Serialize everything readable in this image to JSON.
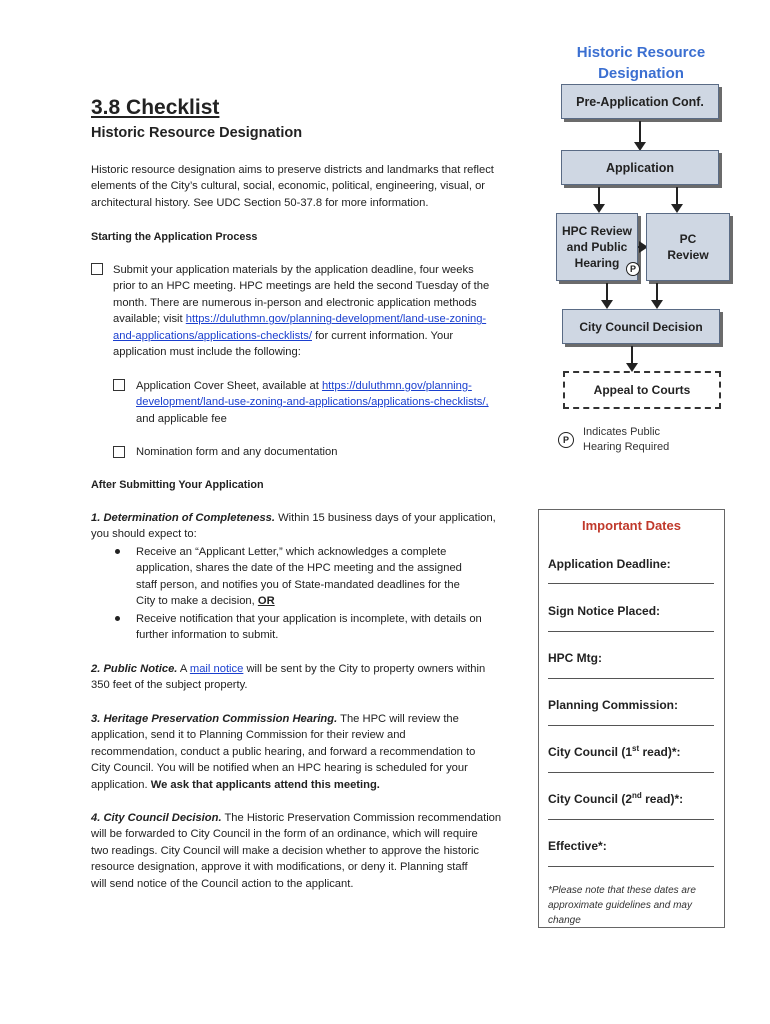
{
  "header": {
    "title": "3.8 Checklist",
    "subtitle": "Historic Resource Designation"
  },
  "intro": {
    "line1": "Historic resource designation aims to preserve districts and landmarks that reflect",
    "line2": "elements of the City’s cultural, social, economic, political, engineering, visual, or",
    "line3": "architectural history. See UDC Section 50-37.8 for more information."
  },
  "starting": {
    "heading": "Starting the Application Process",
    "item": {
      "line1": "Submit your application materials by the application deadline, four weeks",
      "line2": "prior to an HPC meeting. HPC meetings are held the second Tuesday of the",
      "line3": "month. There are numerous in-person and electronic application methods",
      "line4_pre": "available; visit ",
      "link_part1": "https://duluthmn.gov/planning-development/land-use-zoning-",
      "link_part2": "and-applications/applications-checklists/",
      "line5_post": " for current information. Your",
      "line6": "application must include the following:"
    },
    "sub1": {
      "pre": "Application Cover Sheet, available at ",
      "link1": "https://duluthmn.gov/planning-",
      "link2": "development/land-use-zoning-and-applications/applications-checklists/,",
      "line3": "and applicable fee"
    },
    "sub2": "Nomination form and any documentation"
  },
  "after": {
    "heading": "After Submitting Your Application",
    "step1": {
      "label": "1. Determination of Completeness.",
      "text1": " Within 15 business days of your application,",
      "text2": "you should expect to:",
      "bullet1": {
        "l1": "Receive an “Applicant Letter,” which acknowledges a complete",
        "l2": "application, shares the date of the HPC meeting and the assigned",
        "l3": "staff person, and notifies you of State-mandated deadlines for the",
        "l4_pre": "City to make a decision, ",
        "l4_or": "OR"
      },
      "bullet2": {
        "l1": "Receive notification that your application is incomplete, with details on",
        "l2": "further information to submit."
      }
    },
    "step2": {
      "label": "2. Public Notice.",
      "pre": " A ",
      "link": "mail notice",
      "post": " will be sent by the City to property owners within",
      "line2": "350 feet of the subject property."
    },
    "step3": {
      "label": "3. Heritage Preservation Commission Hearing.",
      "text1": " The HPC will review the",
      "line2": "application, send it to Planning Commission for their review and",
      "line3": "recommendation, conduct a public hearing, and forward a recommendation to",
      "line4": "City Council. You will be notified when an HPC hearing is scheduled for your",
      "line5_pre": "application. ",
      "line5_bold": "We ask that applicants attend this meeting."
    },
    "step4": {
      "label": "4. City Council Decision.",
      "text1": " The Historic Preservation Commission recommendation",
      "line2": "will be forwarded to City Council in the form of an ordinance, which will require",
      "line3": "two readings. City Council will make a decision whether to approve the historic",
      "line4": "resource designation, approve it with modifications, or deny it.  Planning staff",
      "line5": "will send notice of the Council action to the applicant."
    }
  },
  "flowchart": {
    "title_line1": "Historic Resource",
    "title_line2": "Designation",
    "pre_app": "Pre-Application Conf.",
    "application": "Application",
    "hpc_l1": "HPC Review",
    "hpc_l2": "and Public",
    "hpc_l3": "Hearing",
    "pc_l1": "PC",
    "pc_l2": "Review",
    "council": "City Council Decision",
    "appeal": "Appeal to Courts",
    "p_symbol": "P",
    "legend_l1": "Indicates Public",
    "legend_l2": "Hearing Required",
    "colors": {
      "title": "#3b6fd1",
      "box_fill": "#cfd7e3",
      "dates_title": "#c0392b"
    }
  },
  "important_dates": {
    "title": "Important Dates",
    "items": [
      {
        "pre": "Application Deadline:",
        "sup": "",
        "post": ""
      },
      {
        "pre": "Sign Notice Placed:",
        "sup": "",
        "post": ""
      },
      {
        "pre": "HPC Mtg:",
        "sup": "",
        "post": ""
      },
      {
        "pre": "Planning Commission:",
        "sup": "",
        "post": ""
      },
      {
        "pre": "City Council (1",
        "sup": "st",
        "post": " read)*:"
      },
      {
        "pre": "City Council (2",
        "sup": "nd",
        "post": " read)*:"
      },
      {
        "pre": "Effective*:",
        "sup": "",
        "post": ""
      }
    ],
    "note_l1": "*Please note that these dates are",
    "note_l2": "approximate guidelines and may",
    "note_l3": "change"
  }
}
